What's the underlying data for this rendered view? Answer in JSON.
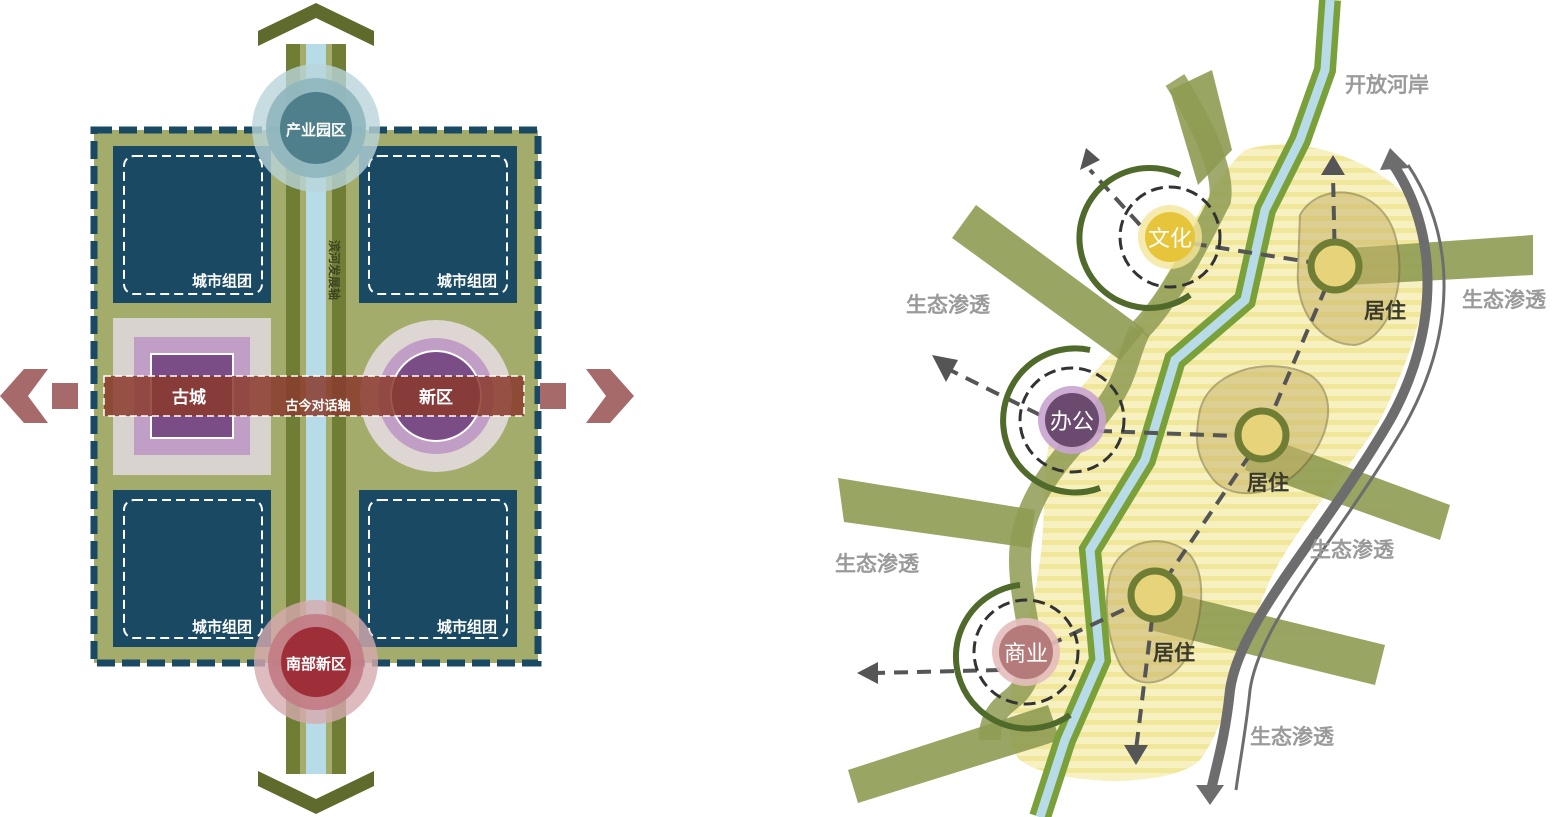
{
  "left_diagram": {
    "cluster_label": "城市组团",
    "nodes": {
      "industrial_park": "产业园区",
      "south_new_district": "南部新区",
      "old_city": "古城",
      "new_district": "新区"
    },
    "axes": {
      "riverside_axis": "滨河发展轴",
      "dialogue_axis": "古今对话轴"
    }
  },
  "right_diagram": {
    "open_riverbank": "开放河岸",
    "eco_penetration": "生态渗透",
    "functions": {
      "culture": "文化",
      "office": "办公",
      "commerce": "商业",
      "residential": "居住"
    }
  },
  "colors": {
    "navy": "#1a4a63",
    "olive": "#8e9b52",
    "olive_light": "#a3ac6a",
    "olive_dark": "#5e6b2c",
    "river": "#b7dbe7",
    "axis_red": "#8a3a2c",
    "purple": "#7a4d86",
    "yellow_band": "#f5efaa",
    "grey_arrow": "#6d6d6d"
  }
}
